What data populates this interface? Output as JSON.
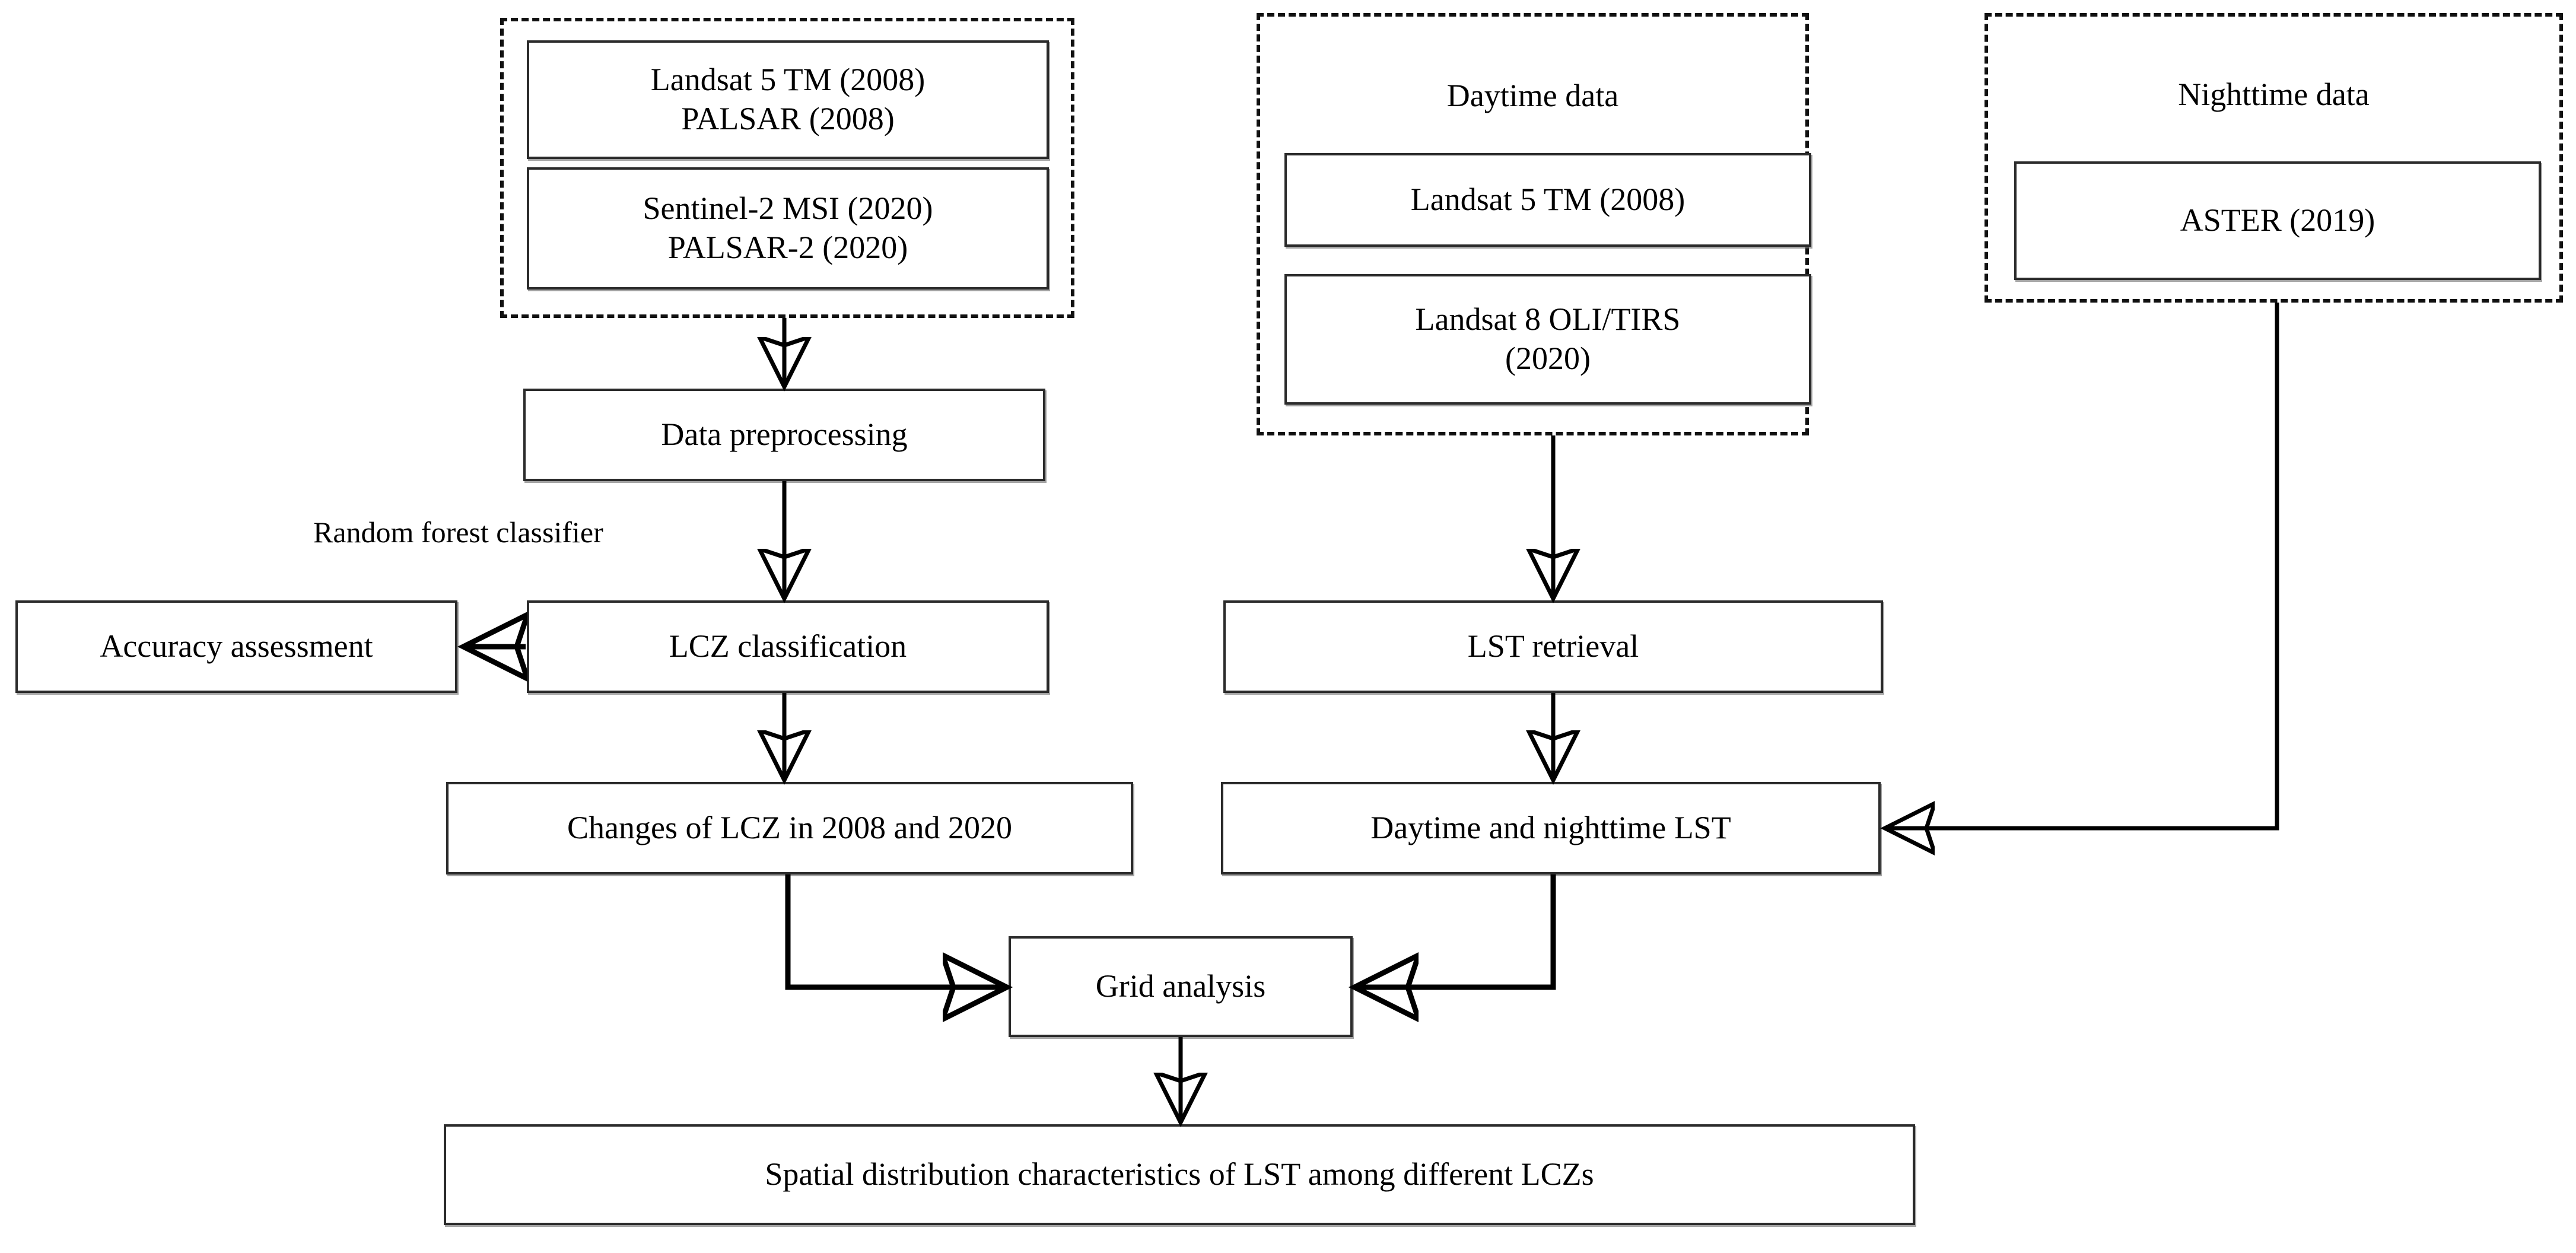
{
  "diagram": {
    "title": "LCZ and LST research workflow flowchart",
    "groups": [
      {
        "id": "classification-data-group",
        "title": "",
        "nodes": [
          {
            "id": "landsat5-palsar-2008",
            "lines": [
              "Landsat 5 TM (2008)",
              "PALSAR (2008)"
            ]
          },
          {
            "id": "sentinel2-palsar2-2020",
            "lines": [
              "Sentinel-2 MSI (2020)",
              "PALSAR-2 (2020)"
            ]
          }
        ]
      },
      {
        "id": "daytime-data-group",
        "title": "Daytime data",
        "nodes": [
          {
            "id": "landsat5-tm-2008",
            "lines": [
              "Landsat 5 TM (2008)"
            ]
          },
          {
            "id": "landsat8-oli-tirs-2020",
            "lines": [
              "Landsat 8 OLI/TIRS",
              "(2020)"
            ]
          }
        ]
      },
      {
        "id": "nighttime-data-group",
        "title": "Nighttime data",
        "nodes": [
          {
            "id": "aster-2019",
            "lines": [
              "ASTER (2019)"
            ]
          }
        ]
      }
    ],
    "process_nodes": [
      {
        "id": "data-preprocessing",
        "label": "Data preprocessing"
      },
      {
        "id": "lcz-classification",
        "label": "LCZ classification"
      },
      {
        "id": "accuracy-assessment",
        "label": "Accuracy assessment"
      },
      {
        "id": "changes-of-lcz",
        "label": "Changes of LCZ in 2008 and 2020"
      },
      {
        "id": "lst-retrieval",
        "label": "LST retrieval"
      },
      {
        "id": "daytime-nighttime-lst",
        "label": "Daytime and nighttime LST"
      },
      {
        "id": "grid-analysis",
        "label": "Grid analysis"
      },
      {
        "id": "spatial-distribution-result",
        "label": "Spatial distribution characteristics of LST among different LCZs"
      }
    ],
    "edge_labels": [
      {
        "id": "random-forest-classifier",
        "label": "Random forest classifier"
      }
    ],
    "colors": {
      "stroke": "#000000",
      "box_border": "#2b2b2b",
      "background": "#ffffff",
      "text": "#000000"
    }
  }
}
